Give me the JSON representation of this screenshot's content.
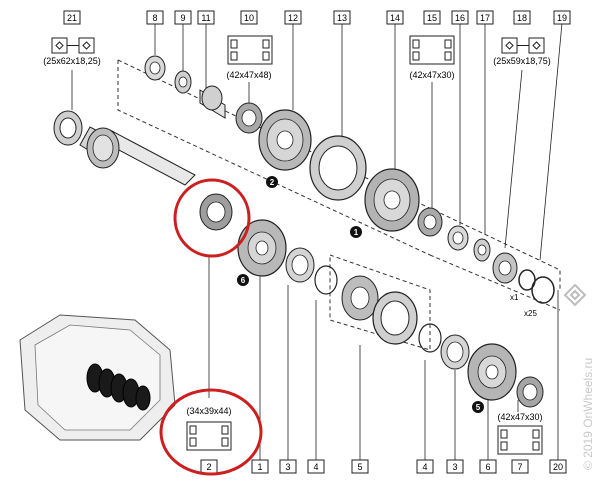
{
  "callouts_top": [
    {
      "id": "c21",
      "label": "21"
    },
    {
      "id": "c8",
      "label": "8"
    },
    {
      "id": "c9",
      "label": "9"
    },
    {
      "id": "c11",
      "label": "11"
    },
    {
      "id": "c10",
      "label": "10"
    },
    {
      "id": "c12",
      "label": "12"
    },
    {
      "id": "c13",
      "label": "13"
    },
    {
      "id": "c14",
      "label": "14"
    },
    {
      "id": "c15",
      "label": "15"
    },
    {
      "id": "c16",
      "label": "16"
    },
    {
      "id": "c17",
      "label": "17"
    },
    {
      "id": "c18",
      "label": "18"
    },
    {
      "id": "c19",
      "label": "19"
    }
  ],
  "callouts_bottom": [
    {
      "id": "b2",
      "label": "2"
    },
    {
      "id": "b1",
      "label": "1"
    },
    {
      "id": "b3",
      "label": "3"
    },
    {
      "id": "b4",
      "label": "4"
    },
    {
      "id": "b5",
      "label": "5"
    },
    {
      "id": "b4b",
      "label": "4"
    },
    {
      "id": "b3b",
      "label": "3"
    },
    {
      "id": "b6",
      "label": "6"
    },
    {
      "id": "b7",
      "label": "7"
    },
    {
      "id": "b20",
      "label": "20"
    }
  ],
  "dimensions": {
    "bearing_21": "(25x62x18,25)",
    "bearing_10": "(42x47x48)",
    "bearing_15": "(42x47x30)",
    "bearing_18": "(25x59x18,75)",
    "bearing_2": "(34x39x44)",
    "bearing_7": "(42x47x30)"
  },
  "gear_markers": {
    "m2": "2",
    "m1": "1",
    "m6": "6",
    "m5": "5"
  },
  "circlip_labels": {
    "x1": "x1",
    "x25": "x25"
  },
  "watermark": "© 2019 OnWheels.ru",
  "highlight_color": "#cc1f1f"
}
